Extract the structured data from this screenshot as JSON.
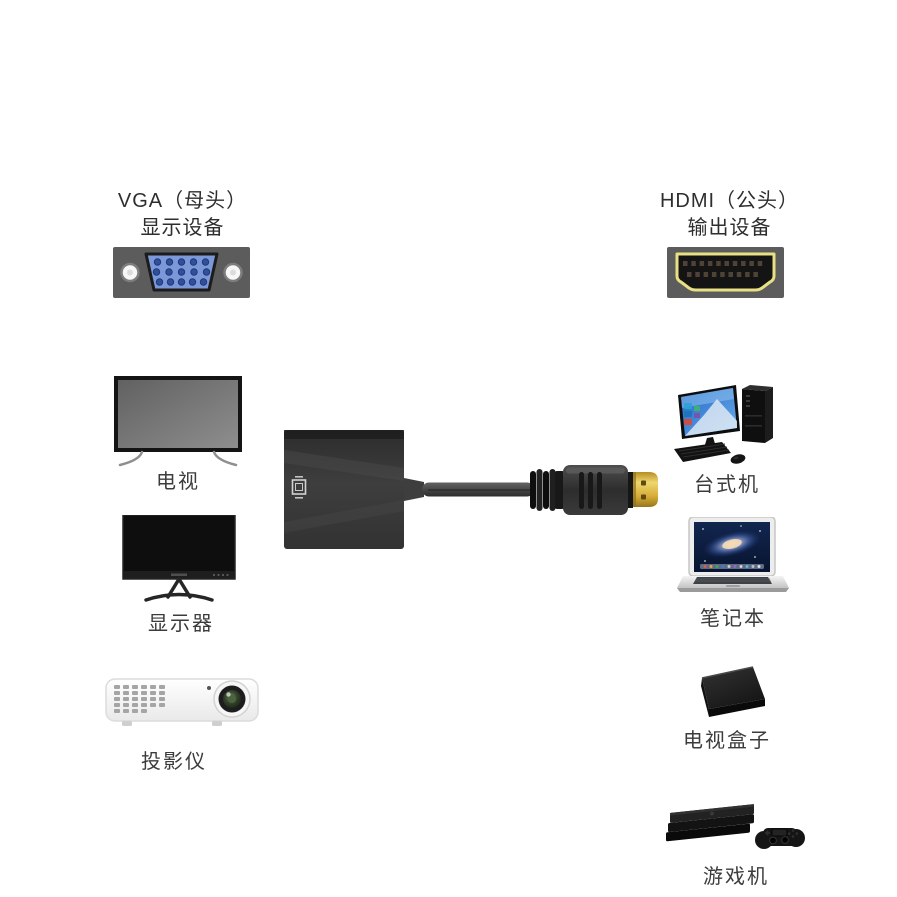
{
  "page": {
    "background": "#ffffff",
    "description_icon": "hdmi-to-vga-adapter-product-image"
  },
  "colors": {
    "text_title": "#2e2e2e",
    "text_label": "#3c3c3c",
    "panel_gray": "#5c5c5c",
    "vga_blue": "#7c98d8",
    "hdmi_gold_outline": "#e8e084",
    "adapter_body_black": "#353535",
    "plug_gold": "#e2c24a"
  },
  "vga_section": {
    "title_line1": "VGA（母头）",
    "title_line2": "显示设备",
    "icon": "vga-female-connector-icon"
  },
  "hdmi_section": {
    "title_line1": "HDMI（公头）",
    "title_line2": "输出设备",
    "icon": "hdmi-male-connector-icon"
  },
  "vga_devices": [
    {
      "label": "电视",
      "icon": "tv-icon"
    },
    {
      "label": "显示器",
      "icon": "monitor-icon"
    },
    {
      "label": "投影仪",
      "icon": "projector-icon"
    }
  ],
  "hdmi_devices": [
    {
      "label": "台式机",
      "icon": "desktop-computer-icon"
    },
    {
      "label": "笔记本",
      "icon": "laptop-icon"
    },
    {
      "label": "电视盒子",
      "icon": "tv-box-icon"
    },
    {
      "label": "游戏机",
      "icon": "game-console-icon"
    }
  ],
  "adapter": {
    "icon": "hdmi-to-vga-adapter-icon"
  }
}
